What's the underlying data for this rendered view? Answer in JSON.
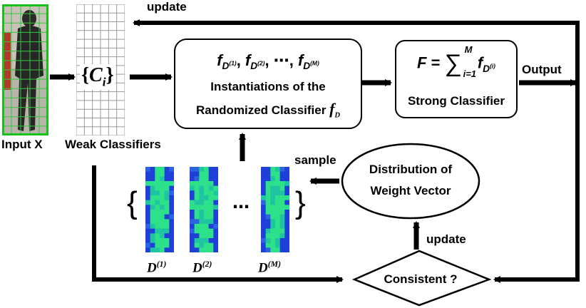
{
  "input": {
    "label": "Input X"
  },
  "weak": {
    "label": "Weak Classifiers",
    "set_open": "{",
    "set_var": "C",
    "set_sub": "i",
    "set_close": "}"
  },
  "instantiations": {
    "formula_f": "f",
    "formula_sub_prefix": "D",
    "formula_sup_1": "(1)",
    "formula_sup_2": "(2)",
    "formula_sup_M": "(M)",
    "formula_sep": ",",
    "formula_dots": "⋯",
    "line1": "Instantiations of the",
    "line2": "Randomized Classifier",
    "tail_f": "f",
    "tail_sub": "D"
  },
  "strong": {
    "formula_F": "F",
    "formula_eq": "=",
    "formula_sum": "∑",
    "formula_top": "M",
    "formula_bottom": "i=1",
    "formula_f": "f",
    "formula_sub": "D",
    "formula_sup": "(i)",
    "label": "Strong Classifier"
  },
  "distribution": {
    "line1": "Distribution of",
    "line2": "Weight Vector"
  },
  "consistent": {
    "label": "Consistent ?"
  },
  "edges": {
    "update_top": "update",
    "output": "Output",
    "sample": "sample",
    "update_bottom": "update"
  },
  "weights": {
    "brace_open": "{",
    "brace_close": "}",
    "dots": "⋯",
    "var": "D",
    "sup_1": "(1)",
    "sup_2": "(2)",
    "sup_M": "(M)"
  },
  "colors": {
    "stroke": "#000000",
    "green": "#18c21a",
    "heat_blue": "#1f3fd8",
    "heat_green": "#2de08a"
  }
}
